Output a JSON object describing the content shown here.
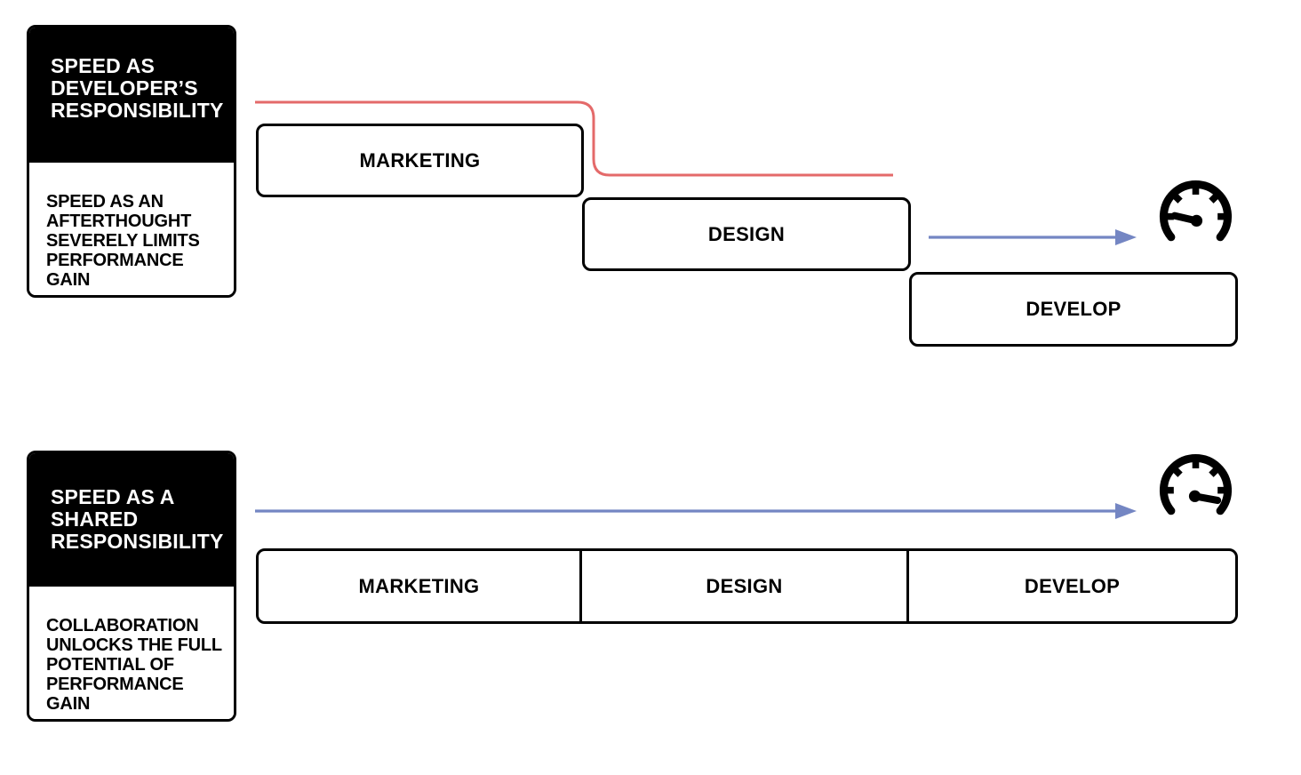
{
  "colors": {
    "ink": "#000000",
    "accent_red": "#E46A6A",
    "accent_blue": "#7486C3"
  },
  "top_flow": {
    "card": {
      "title": "SPEED AS\nDEVELOPER’S\nRESPONSIBILITY",
      "description": "SPEED AS AN\nAFTERTHOUGHT\nSEVERELY LIMITS\nPERFORMANCE GAIN"
    },
    "stages": [
      {
        "label": "MARKETING"
      },
      {
        "label": "DESIGN"
      },
      {
        "label": "DEVELOP"
      }
    ]
  },
  "bottom_flow": {
    "card": {
      "title": "SPEED AS A\nSHARED\nRESPONSIBILITY",
      "description": "COLLABORATION\nUNLOCKS THE FULL\nPOTENTIAL OF\nPERFORMANCE GAIN"
    },
    "stages": [
      {
        "label": "MARKETING"
      },
      {
        "label": "DESIGN"
      },
      {
        "label": "DEVELOP"
      }
    ]
  }
}
